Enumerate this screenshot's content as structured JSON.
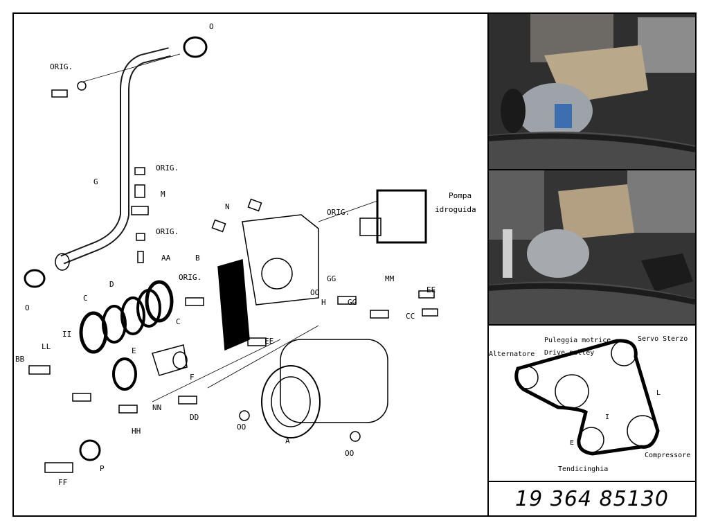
{
  "diagram": {
    "labels": {
      "o_top": "O",
      "orig_1": "ORIG.",
      "g": "G",
      "orig_2": "ORIG.",
      "m": "M",
      "orig_3": "ORIG.",
      "aa": "AA",
      "o_left": "O",
      "n": "N",
      "orig_4": "ORIG.",
      "pompa_1": "Pompa",
      "pompa_2": "idroguida",
      "b": "B",
      "orig_5": "ORIG.",
      "d": "D",
      "c_left": "C",
      "c_right": "C",
      "oo_mid": "OO",
      "gg_1": "GG",
      "mm": "MM",
      "ee_right": "EE",
      "h": "H",
      "gg_2": "GG",
      "cc": "CC",
      "ii": "II",
      "ll": "LL",
      "bb": "BB",
      "e": "E",
      "ee_mid": "EE",
      "f": "F",
      "nn": "NN",
      "hh": "HH",
      "dd": "DD",
      "oo_1": "OO",
      "a": "A",
      "oo_2": "OO",
      "ff": "FF",
      "p": "P"
    }
  },
  "belt_diagram": {
    "labels": {
      "alternatore": "Alternatore",
      "puleggia": "Puleggia motrice",
      "drive_pulley": "Drive pulley",
      "servo_sterzo": "Servo Sterzo",
      "l": "L",
      "i": "I",
      "e": "E",
      "compressore": "Compressore",
      "tendicinghia": "Tendicinghia"
    }
  },
  "part_number": "19 364 85130",
  "colors": {
    "line": "#000000",
    "photo_dark": "#3a3a3a",
    "photo_metal": "#b9a98a"
  }
}
